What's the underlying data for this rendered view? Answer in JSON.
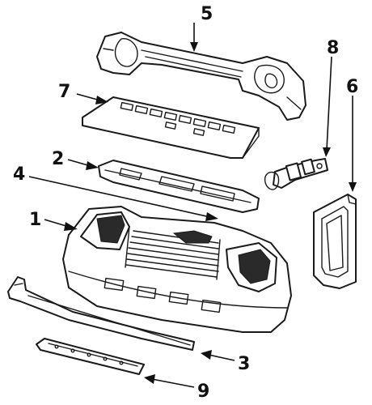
{
  "callouts": [
    {
      "id": "1",
      "label": "1"
    },
    {
      "id": "2",
      "label": "2"
    },
    {
      "id": "3",
      "label": "3"
    },
    {
      "id": "4",
      "label": "4"
    },
    {
      "id": "5",
      "label": "5"
    },
    {
      "id": "6",
      "label": "6"
    },
    {
      "id": "7",
      "label": "7"
    },
    {
      "id": "8",
      "label": "8"
    },
    {
      "id": "9",
      "label": "9"
    }
  ],
  "colors": {
    "ink": "#1a1a1a",
    "background": "#ffffff"
  }
}
